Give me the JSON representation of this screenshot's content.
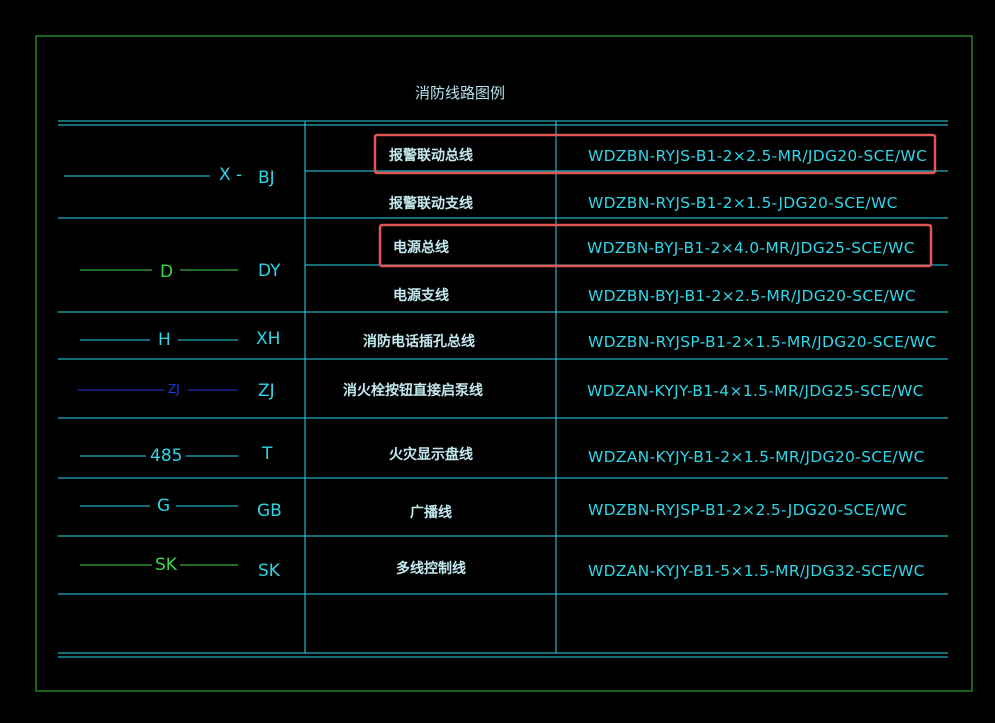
{
  "title": "消防线路图例",
  "colors": {
    "frame": "#36c23a",
    "grid": "#2fd6e8",
    "highlight": "#e25555",
    "text_cyan": "#2fd6e8",
    "text_green": "#3fd64a",
    "text_blue": "#1c3be0"
  },
  "rows": [
    {
      "name": "报警联动总线",
      "spec": "WDZBN-RYJS-B1-2×2.5-MR/JDG20-SCE/WC",
      "highlighted": true
    },
    {
      "name": "报警联动支线",
      "spec": "WDZBN-RYJS-B1-2×1.5-JDG20-SCE/WC",
      "highlighted": false
    },
    {
      "name": "电源总线",
      "spec": "WDZBN-BYJ-B1-2×4.0-MR/JDG25-SCE/WC",
      "highlighted": true
    },
    {
      "name": "电源支线",
      "spec": "WDZBN-BYJ-B1-2×2.5-MR/JDG20-SCE/WC",
      "highlighted": false
    },
    {
      "name": "消防电话插孔总线",
      "spec": "WDZBN-RYJSP-B1-2×1.5-MR/JDG20-SCE/WC",
      "highlighted": false
    },
    {
      "name": "消火栓按钮直接启泵线",
      "spec": "WDZAN-KYJY-B1-4×1.5-MR/JDG25-SCE/WC",
      "highlighted": false
    },
    {
      "name": "火灾显示盘线",
      "spec": "WDZAN-KYJY-B1-2×1.5-MR/JDG20-SCE/WC",
      "highlighted": false
    },
    {
      "name": "广播线",
      "spec": "WDZBN-RYJSP-B1-2×2.5-JDG20-SCE/WC",
      "highlighted": false
    },
    {
      "name": "多线控制线",
      "spec": "WDZAN-KYJY-B1-5×1.5-MR/JDG32-SCE/WC",
      "highlighted": false
    }
  ],
  "symbols": [
    {
      "mark": "X - ",
      "code": "BJ",
      "color": "cyan"
    },
    {
      "mark": "D",
      "code": "DY",
      "color": "green"
    },
    {
      "mark": "H",
      "code": "XH",
      "color": "cyan"
    },
    {
      "mark": "ZJ",
      "code": "ZJ",
      "color": "blue"
    },
    {
      "mark": "485",
      "code": "T",
      "color": "cyan"
    },
    {
      "mark": "G",
      "code": "GB",
      "color": "cyan"
    },
    {
      "mark": "SK",
      "code": "SK",
      "color": "green"
    }
  ]
}
